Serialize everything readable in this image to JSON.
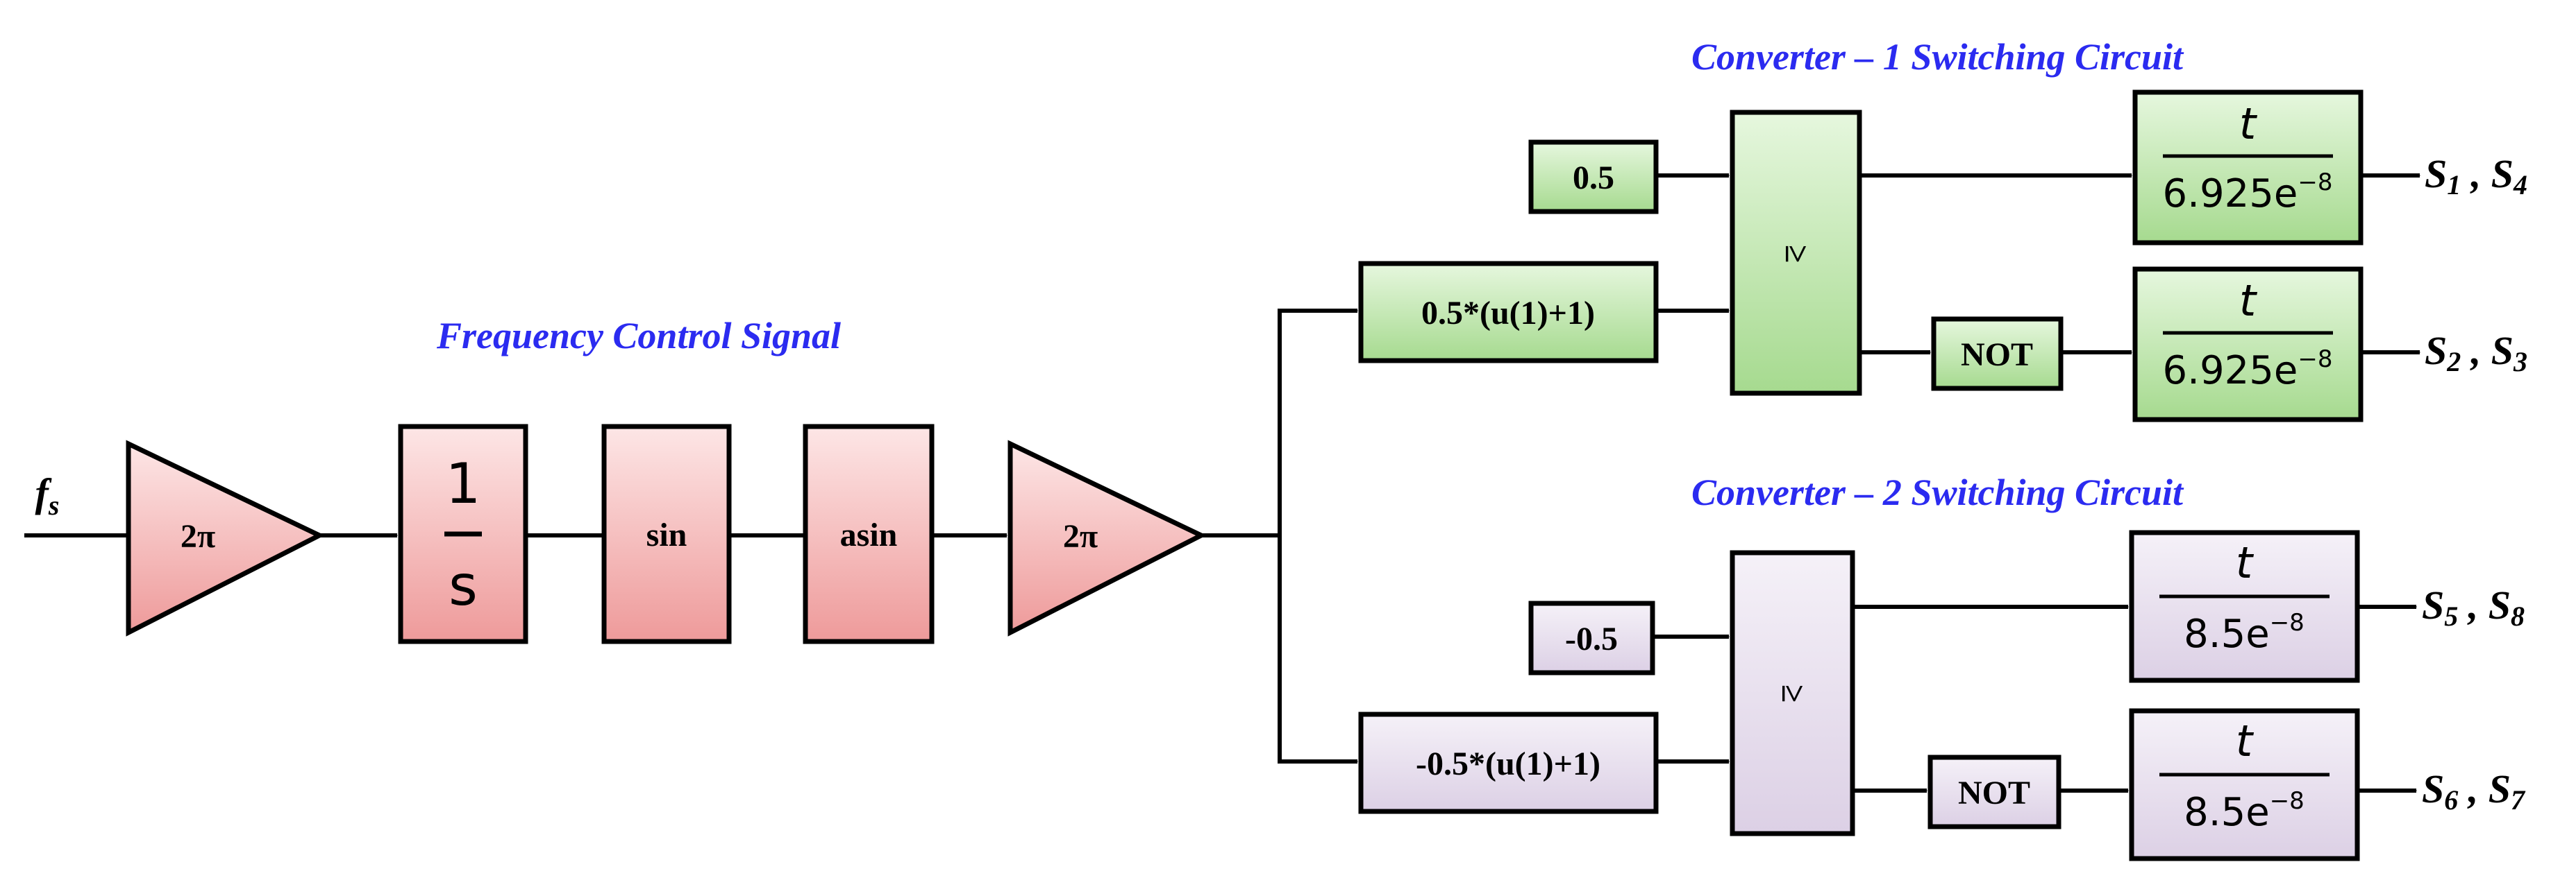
{
  "titles": {
    "frequency_control": "Frequency Control Signal",
    "converter1": "Converter – 1 Switching Circuit",
    "converter2": "Converter – 2 Switching Circuit"
  },
  "input": {
    "symbol": "f",
    "subscript": "s"
  },
  "blocks": {
    "gain1": "2π",
    "integrator_num": "1",
    "integrator_den": "s",
    "sin": "sin",
    "asin": "asin",
    "gain2": "2π",
    "const_pos": "0.5",
    "const_neg": "-0.5",
    "fcn_pos": "0.5*(u(1)+1)",
    "fcn_neg": "-0.5*(u(1)+1)",
    "compare1": "≥",
    "compare2": "≥",
    "not1": "NOT",
    "not2": "NOT",
    "delay1_num": "t",
    "delay1_den_base": "6.925e",
    "delay1_den_exp": "−8",
    "delay2_num": "t",
    "delay2_den_base": "6.925e",
    "delay2_den_exp": "−8",
    "delay3_num": "t",
    "delay3_den_base": "8.5e",
    "delay3_den_exp": "−8",
    "delay4_num": "t",
    "delay4_den_base": "8.5e",
    "delay4_den_exp": "−8"
  },
  "outputs": {
    "o1": {
      "a": "S",
      "a_sub": "1",
      "sep": " , ",
      "b": "S",
      "b_sub": "4"
    },
    "o2": {
      "a": "S",
      "a_sub": "2",
      "sep": " , ",
      "b": "S",
      "b_sub": "3"
    },
    "o3": {
      "a": "S",
      "a_sub": "5",
      "sep": " , ",
      "b": "S",
      "b_sub": "8"
    },
    "o4": {
      "a": "S",
      "a_sub": "6",
      "sep": " , ",
      "b": "S",
      "b_sub": "7"
    }
  },
  "colors": {
    "title_text": "#2b2bf0",
    "red_light": "#fde3e3",
    "red_dark": "#ef9c9c",
    "green_light": "#e4f6dc",
    "green_dark": "#a9dc93",
    "purple_light": "#f3eff7",
    "purple_dark": "#ddd1e6"
  }
}
